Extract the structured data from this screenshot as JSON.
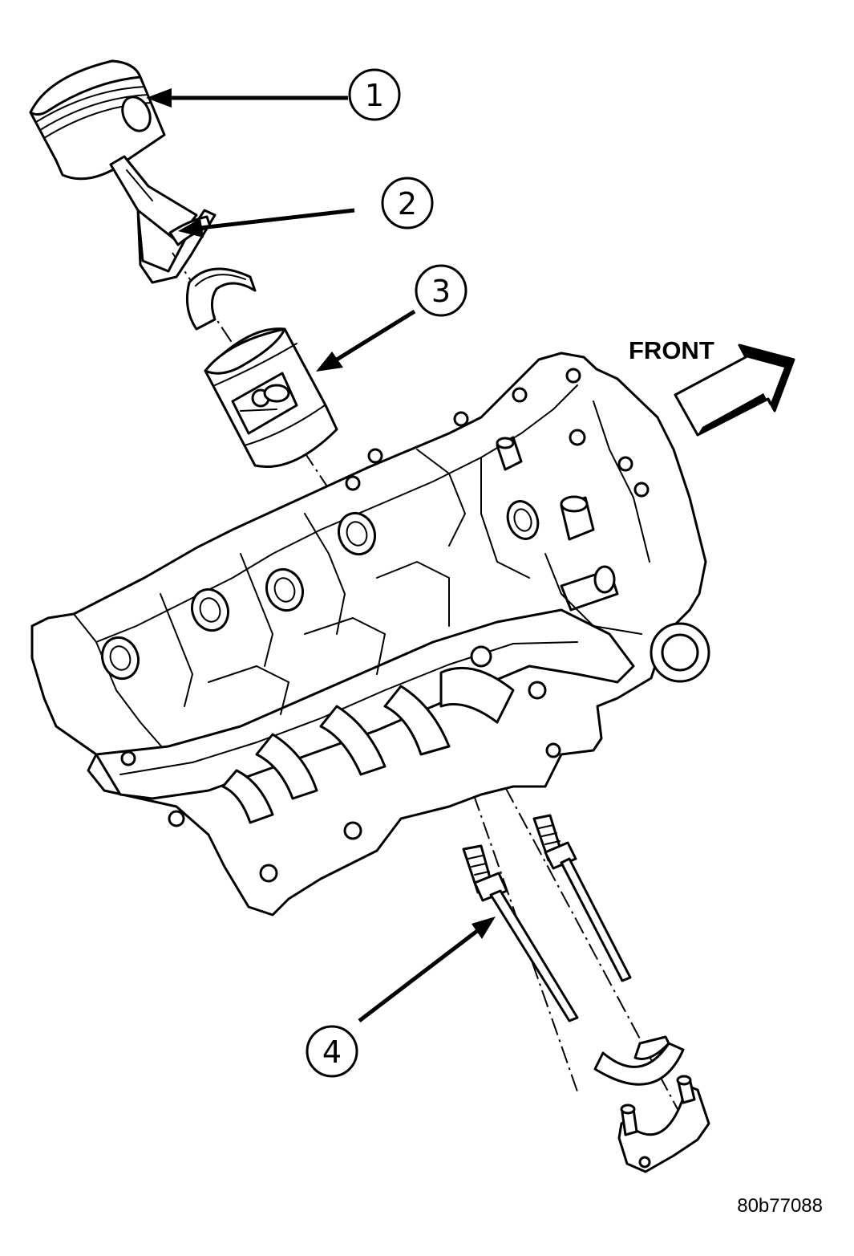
{
  "callouts": [
    {
      "number": "1"
    },
    {
      "number": "2"
    },
    {
      "number": "3"
    },
    {
      "number": "4"
    }
  ],
  "direction_label": "FRONT",
  "figure_id": "80b77088"
}
